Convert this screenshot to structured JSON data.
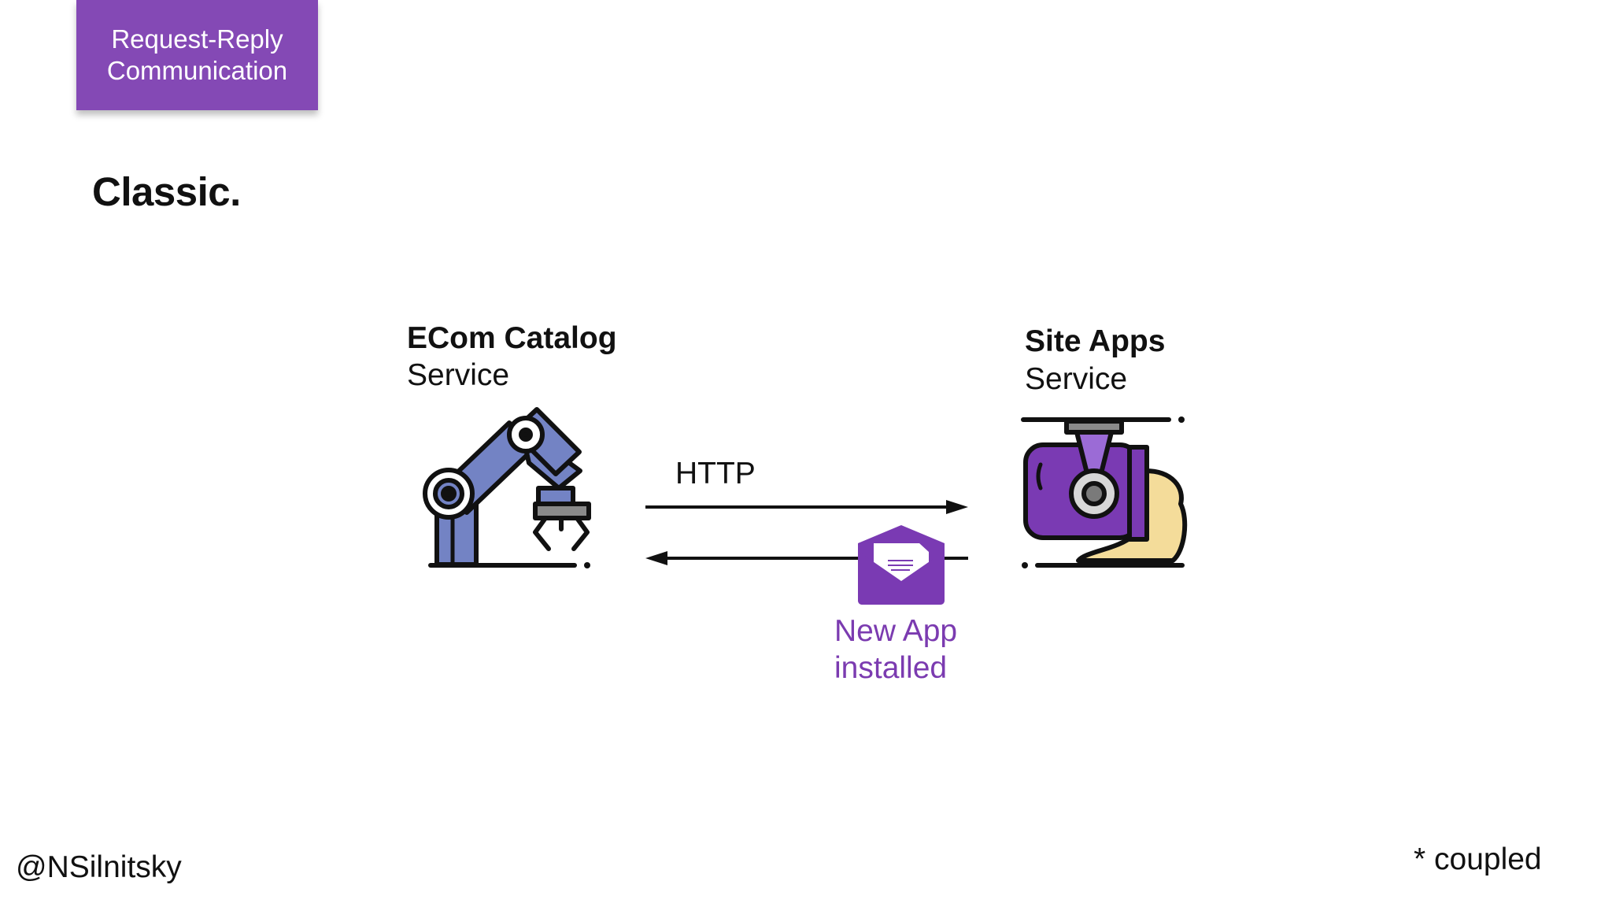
{
  "tag": {
    "label": "Request-Reply\nCommunication"
  },
  "title": "Classic.",
  "left_service": {
    "name": "ECom Catalog",
    "subtitle": "Service"
  },
  "right_service": {
    "name": "Site Apps",
    "subtitle": "Service"
  },
  "arrows": {
    "request_label": "HTTP",
    "reply_label": "New App\ninstalled"
  },
  "footer": {
    "handle": "@NSilnitsky",
    "note": "* coupled"
  },
  "colors": {
    "tag_background": "#8449b5",
    "message_text": "#7b3bb0",
    "robot_arm": "#7383c4",
    "machine_body": "#7a3ab3"
  },
  "icons": {
    "left": "robotic-arm-icon",
    "right": "industrial-machine-icon",
    "message": "envelope-icon"
  }
}
